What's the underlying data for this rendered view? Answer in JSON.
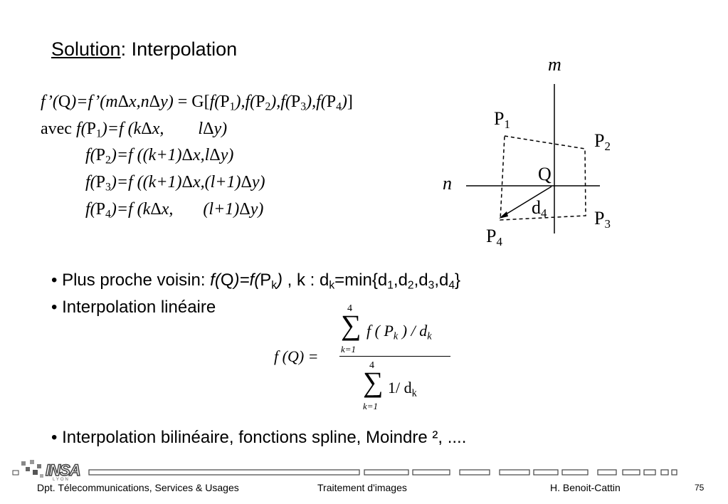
{
  "slide": {
    "title_underlined": "Solution",
    "title_rest": ": Interpolation",
    "formula_main": {
      "lhs": "f’(Q)=f’(mΔx,nΔy)",
      "eq": " = G[",
      "args": "f(P1),f(P2),f(P3),f(P4)]"
    },
    "avec": "avec",
    "lines": [
      "f(P1)=f (kΔx,        lΔy)",
      "f(P2)=f ((k+1)Δx,lΔy)",
      "f(P3)=f ((k+1)Δx,(l+1)Δy)",
      "f(P4)=f (kΔx,       (l+1)Δy)"
    ],
    "bullets": [
      "• Plus proche voisin: f(Q)=f(Pk) , k : dk=min{d1,d2,d3,d4}",
      "• Interpolation linéaire",
      "• Interpolation bilinéaire, fonctions spline, Moindre ², ...."
    ],
    "diagram": {
      "axis_m": "m",
      "axis_n": "n",
      "p1": "P",
      "p1_sub": "1",
      "p2": "P",
      "p2_sub": "2",
      "p3": "P",
      "p3_sub": "3",
      "p4": "P",
      "p4_sub": "4",
      "q": "Q",
      "d": "d",
      "d_sub": "4"
    },
    "fraction": {
      "lhs": "f (Q) =",
      "sum_top": "4",
      "sum_bottom": "k=1",
      "numerator": "f ( P",
      "numerator_sub": "k",
      "numerator_rest": " ) / d",
      "numerator_sub2": "k",
      "denominator": "1/ d",
      "denominator_sub": "k"
    }
  },
  "footer": {
    "dept": "Dpt. Télecommunications, Services & Usages",
    "course": "Traitement d'images",
    "author": "H. Benoit-Cattin",
    "page": "75",
    "logo": "INSA",
    "logo_sub": "LYON"
  }
}
